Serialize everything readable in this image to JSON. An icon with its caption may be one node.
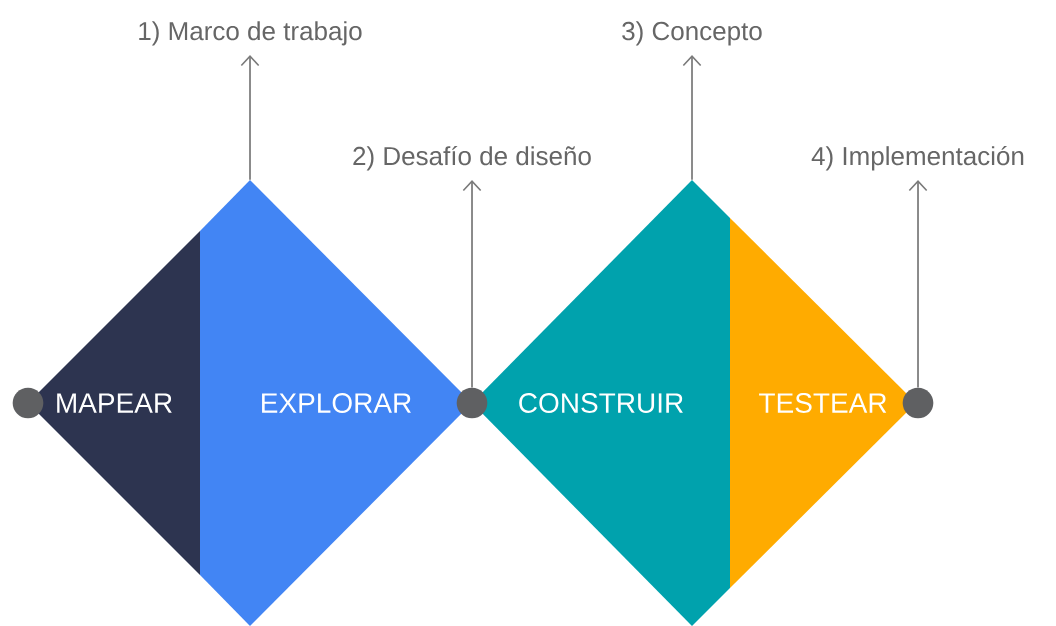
{
  "diagram": {
    "nodes": [
      {
        "text": [
          "MAPEAR"
        ]
      },
      {
        "text": [
          "EXPLORAR"
        ]
      },
      {
        "text": [
          "CONSTRUIR"
        ]
      },
      {
        "text": [
          "TESTEAR"
        ]
      },
      {
        "text": [],
        "shape": "circle"
      },
      {
        "text": [],
        "shape": "circle"
      },
      {
        "text": [],
        "shape": "circle"
      },
      {
        "text": [
          "1) Marco de trabajo"
        ]
      },
      {
        "text": [
          "2) Desafío de diseño"
        ]
      },
      {
        "text": [
          "3) Concepto"
        ]
      },
      {
        "text": [
          "4) Implementación"
        ]
      }
    ],
    "edges": [
      {
        "from": 1,
        "to": 7,
        "arrow": "to"
      },
      {
        "from": 5,
        "to": 8,
        "arrow": "to"
      },
      {
        "from": 2,
        "to": 9,
        "arrow": "to"
      },
      {
        "from": 6,
        "to": 10,
        "arrow": "to"
      }
    ]
  }
}
